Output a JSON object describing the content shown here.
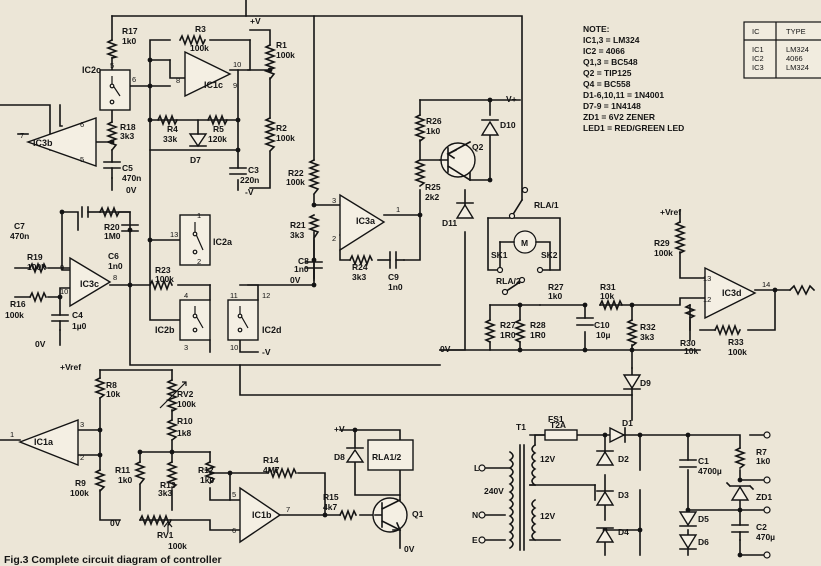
{
  "caption": "Fig.3 Complete circuit diagram of controller",
  "notes": [
    "NOTE:",
    "IC1,3 = LM324",
    "IC2 = 4066",
    "Q1,3 = BC548",
    "Q2 = TIP125",
    "Q4 = BC558",
    "D1-6,10,11 = 1N4001",
    "D7-9 = 1N4148",
    "ZD1 = 6V2 ZENER",
    "LED1 = RED/GREEN LED"
  ],
  "ic_table": {
    "headers": [
      "IC",
      "TYPE"
    ],
    "rows": [
      [
        "IC1",
        "LM324"
      ],
      [
        "IC2",
        "4066"
      ],
      [
        "IC3",
        "LM324"
      ]
    ]
  },
  "nets": {
    "vplus": "+V",
    "vminus": "-V",
    "zero": "0V",
    "vref": "+Vref",
    "vplus2": "V+"
  },
  "mains": {
    "live": "L",
    "neutral": "N",
    "earth": "E",
    "voltage": "240V",
    "secondary": "12V"
  },
  "relay": {
    "coil": "RLA1/2",
    "contact1": "RLA/1",
    "contact2": "RLA/2",
    "motor": "M",
    "sk1": "SK1",
    "sk2": "SK2"
  },
  "ics": [
    "IC1a",
    "IC1b",
    "IC1c",
    "IC3a",
    "IC3b",
    "IC3c",
    "IC3d",
    "IC2a",
    "IC2b",
    "IC2c",
    "IC2d"
  ],
  "components": [
    {
      "ref": "R1",
      "value": "100k"
    },
    {
      "ref": "R2",
      "value": "100k"
    },
    {
      "ref": "R3",
      "value": "100k"
    },
    {
      "ref": "R4",
      "value": "33k"
    },
    {
      "ref": "R5",
      "value": "120k"
    },
    {
      "ref": "R7",
      "value": "1k0"
    },
    {
      "ref": "R8",
      "value": "10k"
    },
    {
      "ref": "R9",
      "value": "100k"
    },
    {
      "ref": "R10",
      "value": "1k8"
    },
    {
      "ref": "R11",
      "value": "1k0"
    },
    {
      "ref": "R12",
      "value": "1k0"
    },
    {
      "ref": "R13",
      "value": "3k3"
    },
    {
      "ref": "R14",
      "value": "4M7"
    },
    {
      "ref": "R15",
      "value": "4k7"
    },
    {
      "ref": "R16",
      "value": "100k"
    },
    {
      "ref": "R17",
      "value": "1k0"
    },
    {
      "ref": "R18",
      "value": "3k3"
    },
    {
      "ref": "R19",
      "value": "100k"
    },
    {
      "ref": "R20",
      "value": "1M0"
    },
    {
      "ref": "R21",
      "value": "3k3"
    },
    {
      "ref": "R22",
      "value": "100k"
    },
    {
      "ref": "R23",
      "value": "100k"
    },
    {
      "ref": "R24",
      "value": "3k3"
    },
    {
      "ref": "R25",
      "value": "2k2"
    },
    {
      "ref": "R26",
      "value": "1k0"
    },
    {
      "ref": "R27",
      "value": "1R0"
    },
    {
      "ref": "R28",
      "value": "1R0"
    },
    {
      "ref": "R29",
      "value": "100k"
    },
    {
      "ref": "R30",
      "value": "10k"
    },
    {
      "ref": "R31",
      "value": "10k"
    },
    {
      "ref": "R32",
      "value": "3k3"
    },
    {
      "ref": "R33",
      "value": "100k"
    },
    {
      "ref": "RV1",
      "value": "100k"
    },
    {
      "ref": "RV2",
      "value": "100k"
    },
    {
      "ref": "C1",
      "value": "4700µ"
    },
    {
      "ref": "C2",
      "value": "470µ"
    },
    {
      "ref": "C3",
      "value": "220n"
    },
    {
      "ref": "C4",
      "value": "1µ0"
    },
    {
      "ref": "C5",
      "value": "470n"
    },
    {
      "ref": "C6",
      "value": "1n0"
    },
    {
      "ref": "C7",
      "value": "470n"
    },
    {
      "ref": "C8",
      "value": "1n0"
    },
    {
      "ref": "C9",
      "value": "1n0"
    },
    {
      "ref": "C10",
      "value": "10µ"
    },
    {
      "ref": "D1"
    },
    {
      "ref": "D2"
    },
    {
      "ref": "D3"
    },
    {
      "ref": "D4"
    },
    {
      "ref": "D5"
    },
    {
      "ref": "D6"
    },
    {
      "ref": "D7"
    },
    {
      "ref": "D8"
    },
    {
      "ref": "D9"
    },
    {
      "ref": "D10"
    },
    {
      "ref": "D11"
    },
    {
      "ref": "ZD1"
    },
    {
      "ref": "Q1"
    },
    {
      "ref": "Q2"
    },
    {
      "ref": "T1"
    },
    {
      "ref": "FS1",
      "value": "T2A"
    }
  ]
}
